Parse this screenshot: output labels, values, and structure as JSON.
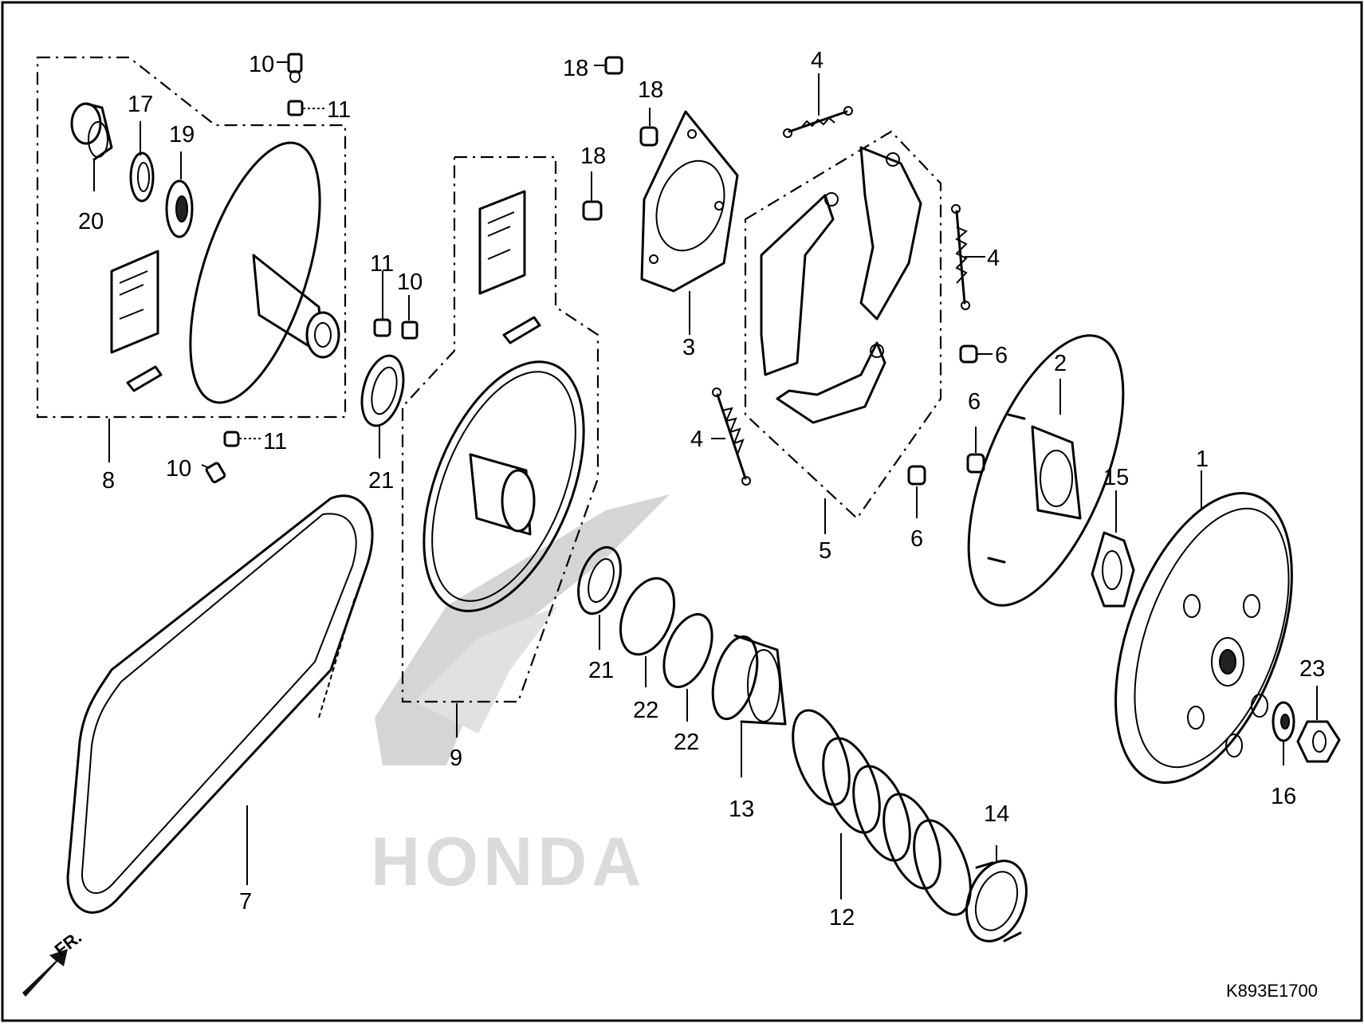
{
  "diagram": {
    "code": "K893E1700",
    "watermark": "HONDA",
    "direction_marker": "FR.",
    "callouts": {
      "c1": "1",
      "c2": "2",
      "c3": "3",
      "c4a": "4",
      "c4b": "4",
      "c4c": "4",
      "c5": "5",
      "c6a": "6",
      "c6b": "6",
      "c6c": "6",
      "c7": "7",
      "c8": "8",
      "c9": "9",
      "c10a": "10",
      "c10b": "10",
      "c10c": "10",
      "c11a": "11",
      "c11b": "11",
      "c11c": "11",
      "c12": "12",
      "c13": "13",
      "c14": "14",
      "c15": "15",
      "c16": "16",
      "c17": "17",
      "c18a": "18",
      "c18b": "18",
      "c18c": "18",
      "c19": "19",
      "c20": "20",
      "c21a": "21",
      "c21b": "21",
      "c22a": "22",
      "c22b": "22",
      "c23": "23"
    }
  }
}
